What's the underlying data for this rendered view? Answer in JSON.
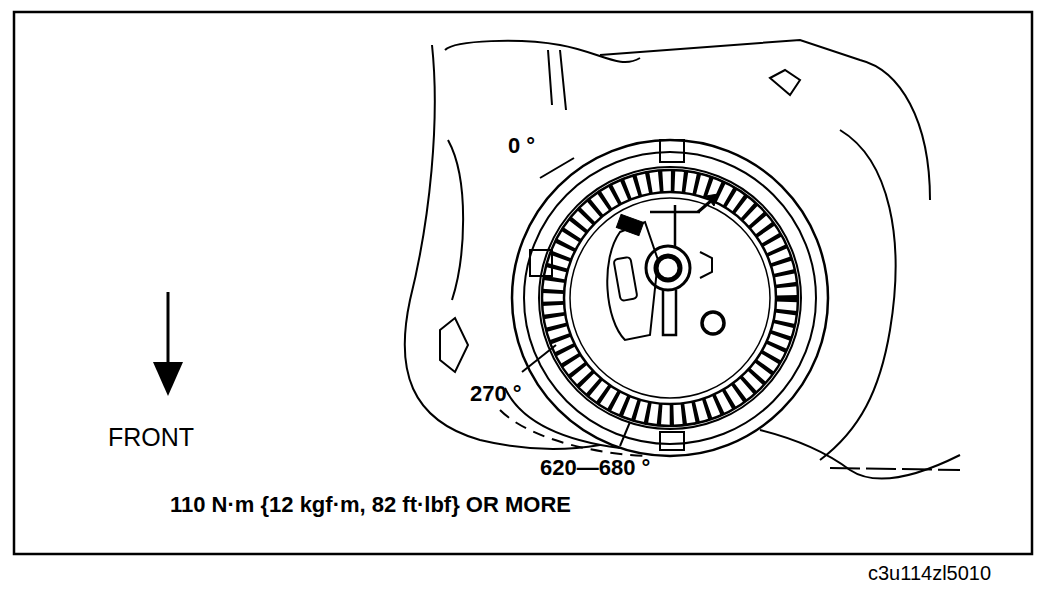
{
  "diagram": {
    "labels": [
      "0 °",
      "270 °",
      "620—680 °",
      "FRONT",
      "110 N·m {12 kgf·m, 82 ft·lbf} OR MORE",
      "c3u114zl5010"
    ]
  }
}
